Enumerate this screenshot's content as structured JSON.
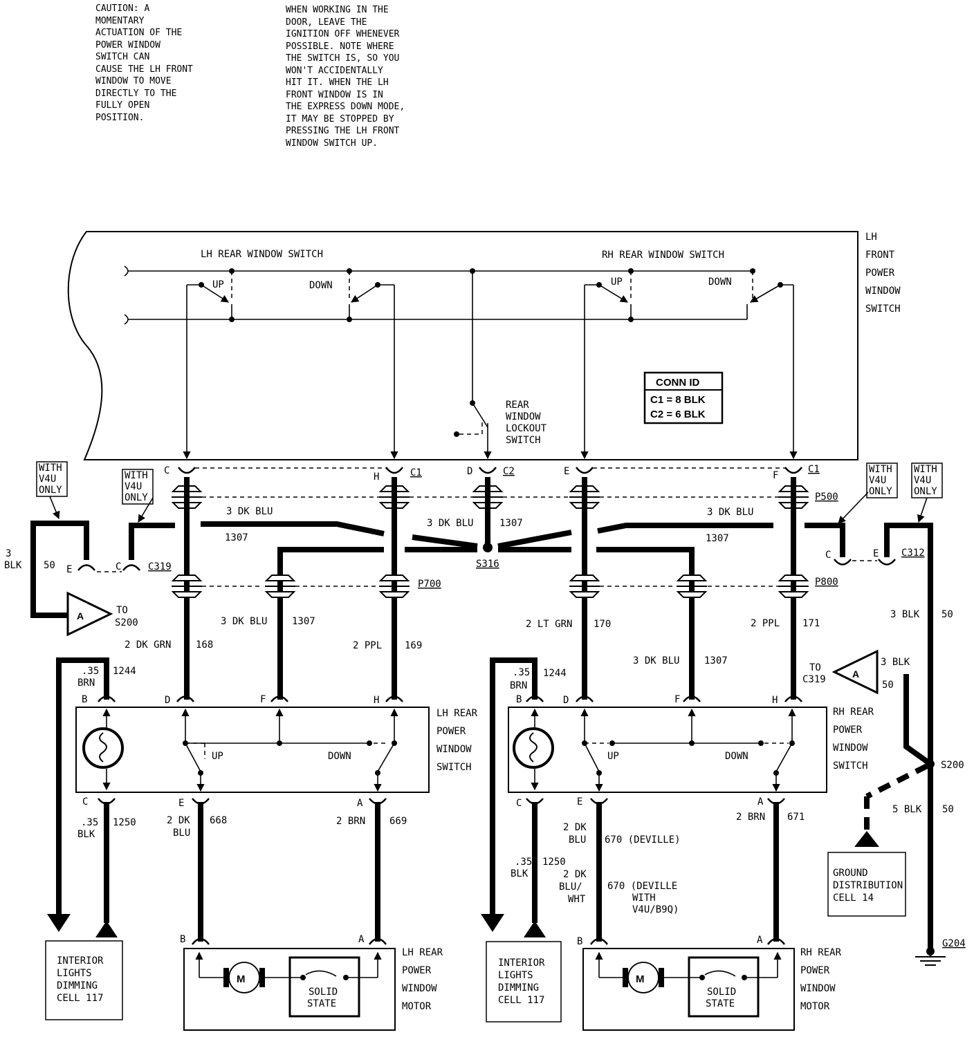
{
  "notes": {
    "caution": [
      "CAUTION: A",
      "MOMENTARY",
      "ACTUATION OF THE",
      "POWER WINDOW",
      "SWITCH CAN",
      "CAUSE THE LH FRONT",
      "WINDOW TO MOVE",
      "DIRECTLY TO THE",
      "FULLY OPEN",
      "POSITION."
    ],
    "door": [
      "WHEN WORKING IN THE",
      "DOOR, LEAVE THE",
      "IGNITION OFF WHENEVER",
      "POSSIBLE. NOTE WHERE",
      "THE SWITCH IS, SO YOU",
      "WON'T ACCIDENTALLY",
      "HIT IT. WHEN THE LH",
      "FRONT WINDOW IS IN",
      "THE EXPRESS DOWN MODE,",
      "IT MAY BE STOPPED BY",
      "PRESSING THE LH FRONT",
      "WINDOW SWITCH UP."
    ]
  },
  "front_switch": {
    "title": [
      "LH",
      "FRONT",
      "POWER",
      "WINDOW",
      "SWITCH"
    ],
    "lh_rear_label": "LH REAR WINDOW SWITCH",
    "rh_rear_label": "RH REAR WINDOW SWITCH",
    "up": "UP",
    "down": "DOWN",
    "lockout": [
      "REAR",
      "WINDOW",
      "LOCKOUT",
      "SWITCH"
    ],
    "conn_id": {
      "title": "CONN ID",
      "c1": "C1 = 8 BLK",
      "c2": "C2 = 6 BLK"
    }
  },
  "pins": {
    "c": "C",
    "h": "H",
    "d": "D",
    "e": "E",
    "f": "F",
    "b": "B",
    "a": "A"
  },
  "connectors": {
    "c1": "C1",
    "c2": "C2",
    "p500": "P500",
    "p700": "P700",
    "p800": "P800",
    "c319": "C319",
    "c312": "C312",
    "s316": "S316",
    "s200": "S200",
    "g204": "G204"
  },
  "with_v4u": [
    "WITH",
    "V4U",
    "ONLY"
  ],
  "wires": {
    "dk_blu_3": "3 DK BLU",
    "c1307": "1307",
    "blk_3": "3",
    "blk_3b": "BLK",
    "c50": "50",
    "dk_grn_2": "2 DK GRN",
    "c168": "168",
    "ppl_2": "2 PPL",
    "c169": "169",
    "lt_grn_2": "2 LT GRN",
    "c170": "170",
    "c171": "171",
    "blk_3_full": "3 BLK",
    "brn_35": ".35",
    "brn": "BRN",
    "c1244": "1244",
    "blk_35": ".35",
    "blk": "BLK",
    "c1250": "1250",
    "dk_2": "2 DK",
    "blu": "BLU",
    "c668": "668",
    "brn_2": "2 BRN",
    "c669": "669",
    "c671": "671",
    "c670_deville": "670 (DEVILLE)",
    "blu_wht": "BLU/",
    "wht": "WHT",
    "c670_deville_with": "670 (DEVILLE",
    "with": "WITH",
    "v4u_b9q": "V4U/B9Q)",
    "blk_5": "5 BLK"
  },
  "to_s200": [
    "TO",
    "S200"
  ],
  "to_c319": [
    "TO",
    "C319"
  ],
  "ref_a": "A",
  "lh_rear_switch": [
    "LH REAR",
    "POWER",
    "WINDOW",
    "SWITCH"
  ],
  "rh_rear_switch": [
    "RH REAR",
    "POWER",
    "WINDOW",
    "SWITCH"
  ],
  "lh_rear_motor": [
    "LH REAR",
    "POWER",
    "WINDOW",
    "MOTOR"
  ],
  "rh_rear_motor": [
    "RH REAR",
    "POWER",
    "WINDOW",
    "MOTOR"
  ],
  "motor_m": "M",
  "solid_state": [
    "SOLID",
    "STATE"
  ],
  "interior_lights": [
    "INTERIOR",
    "LIGHTS",
    "DIMMING",
    "CELL 117"
  ],
  "ground_dist": [
    "GROUND",
    "DISTRIBUTION",
    "CELL 14"
  ]
}
